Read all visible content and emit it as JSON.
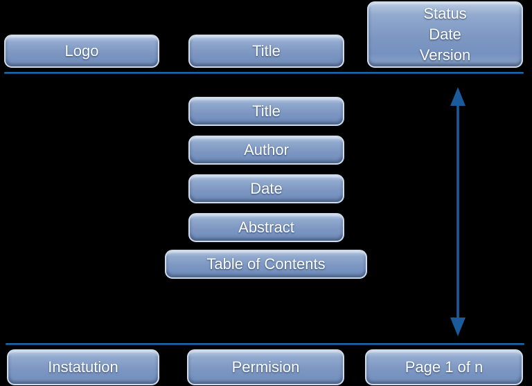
{
  "colors": {
    "background": "#000000",
    "box-top": "#b9cbe2",
    "box-upper": "#91a9ce",
    "box-mid": "#7d97c2",
    "box-lower": "#7591bf",
    "box-sheen": "#8ba4ca",
    "box-rim": "#3d5f8e",
    "box-border": "#cfdcec",
    "box-text": "#ffffff",
    "line-blue": "#1e6aa8",
    "line-dark": "#0c3a64",
    "arrow-blue": "#1a5b9c"
  },
  "header": {
    "logo_label": "Logo",
    "title_label": "Title",
    "status_box": {
      "line1": "Status",
      "line2": "Date",
      "line3": "Version"
    }
  },
  "content": {
    "boxes": [
      {
        "label": "Title"
      },
      {
        "label": "Author"
      },
      {
        "label": "Date"
      },
      {
        "label": "Abstract"
      },
      {
        "label": "Table of Contents"
      }
    ]
  },
  "footer": {
    "institution_label": "Instatution",
    "permission_label": "Permision",
    "page_label": "Page 1 of n"
  }
}
